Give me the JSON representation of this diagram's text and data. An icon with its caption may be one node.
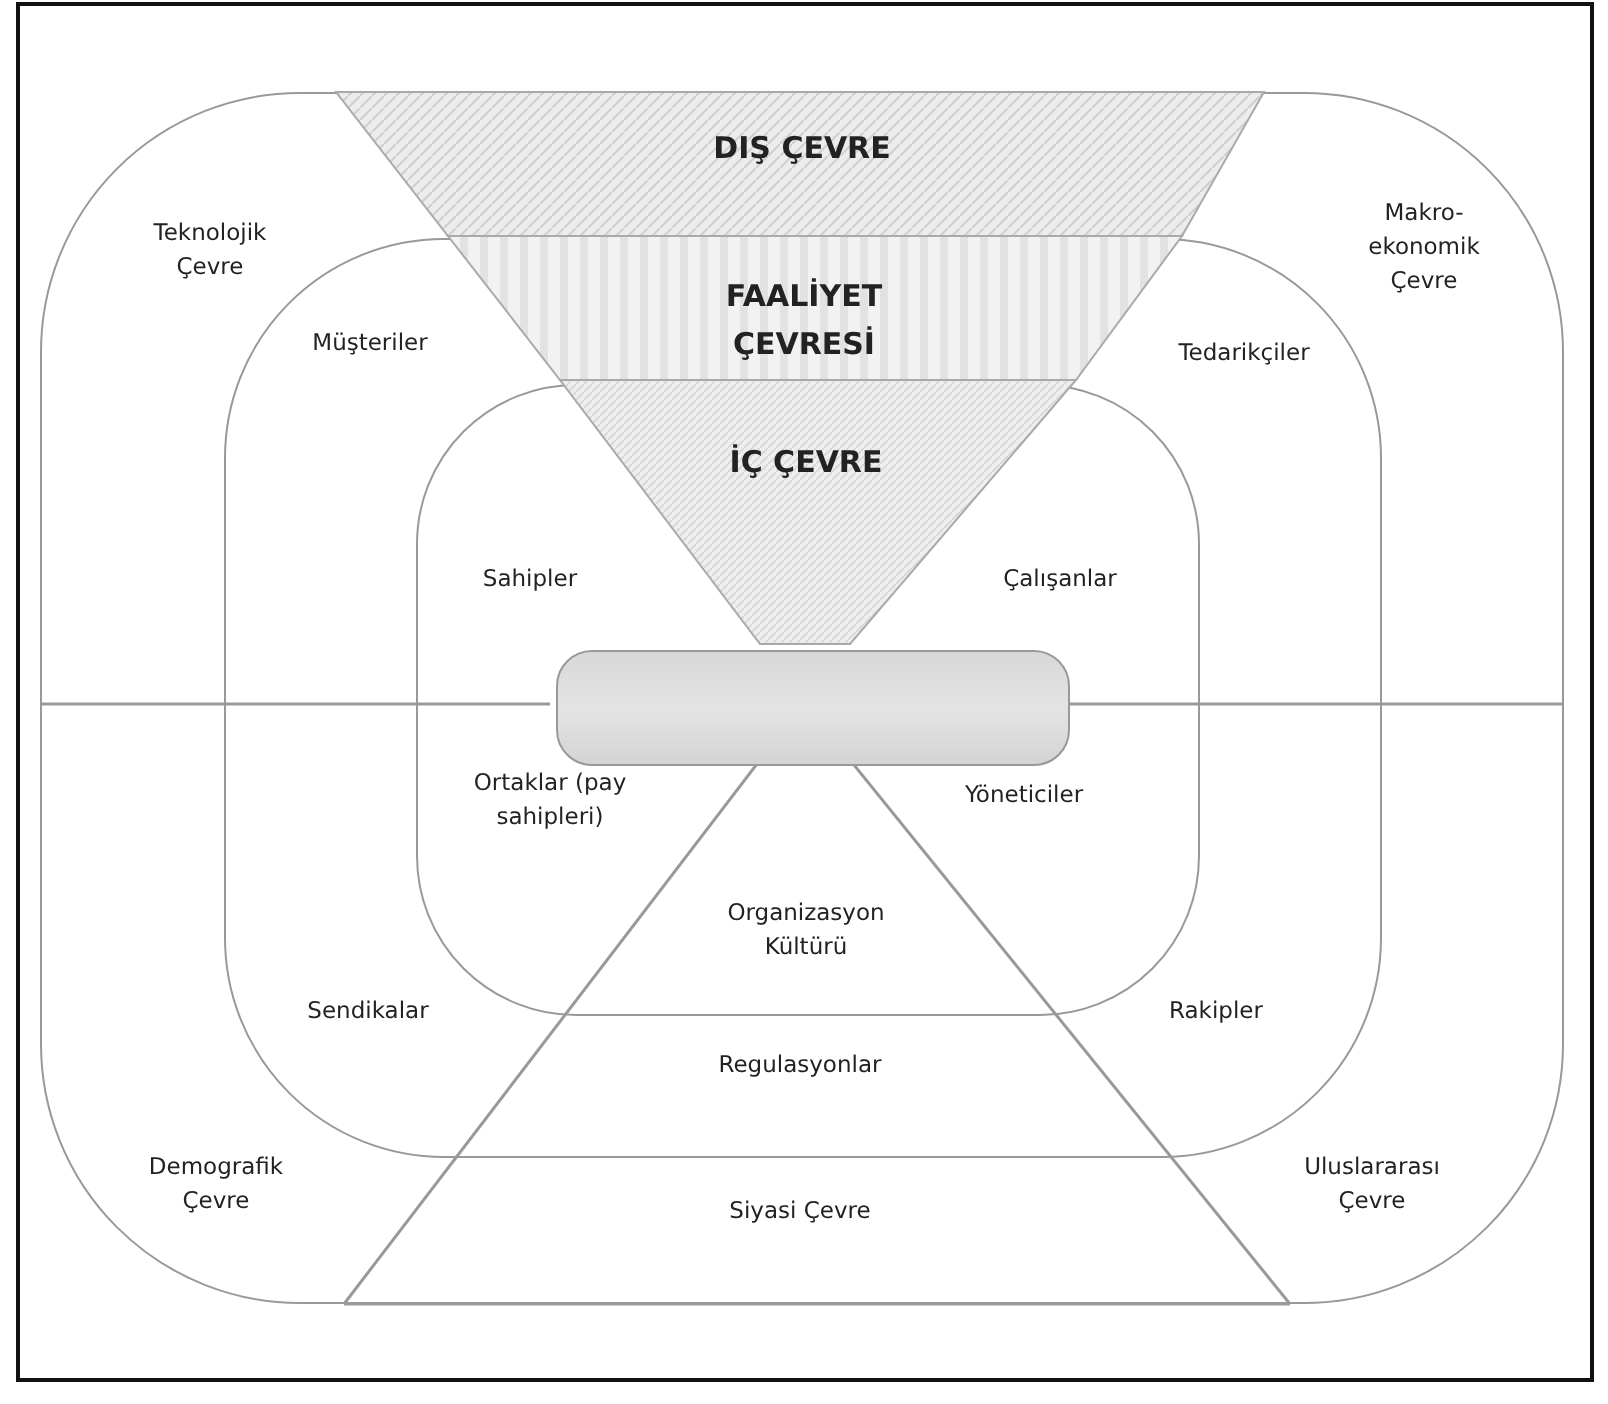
{
  "diagram": {
    "nodes": [
      {
        "text": [
          "DIŞ ÇEVRE"
        ]
      },
      {
        "text": [
          "FAALİYET ÇEVRESİ"
        ],
        "in": 0
      },
      {
        "text": [
          "İÇ ÇEVRE"
        ],
        "in": 1
      },
      {
        "text": [],
        "shape": "box",
        "in": 2
      }
    ],
    "labels": [
      "Teknolojik Çevre",
      "Makro-ekonomik Çevre",
      "Müşteriler",
      "Tedarikçiler",
      "Sahipler",
      "Çalışanlar",
      "Ortaklar (pay sahipleri)",
      "Yöneticiler",
      "Organizasyon Kültürü",
      "Sendikalar",
      "Rakipler",
      "Regulasyonlar",
      "Demografik Çevre",
      "Uluslararası Çevre",
      "Siyasi Çevre"
    ]
  }
}
